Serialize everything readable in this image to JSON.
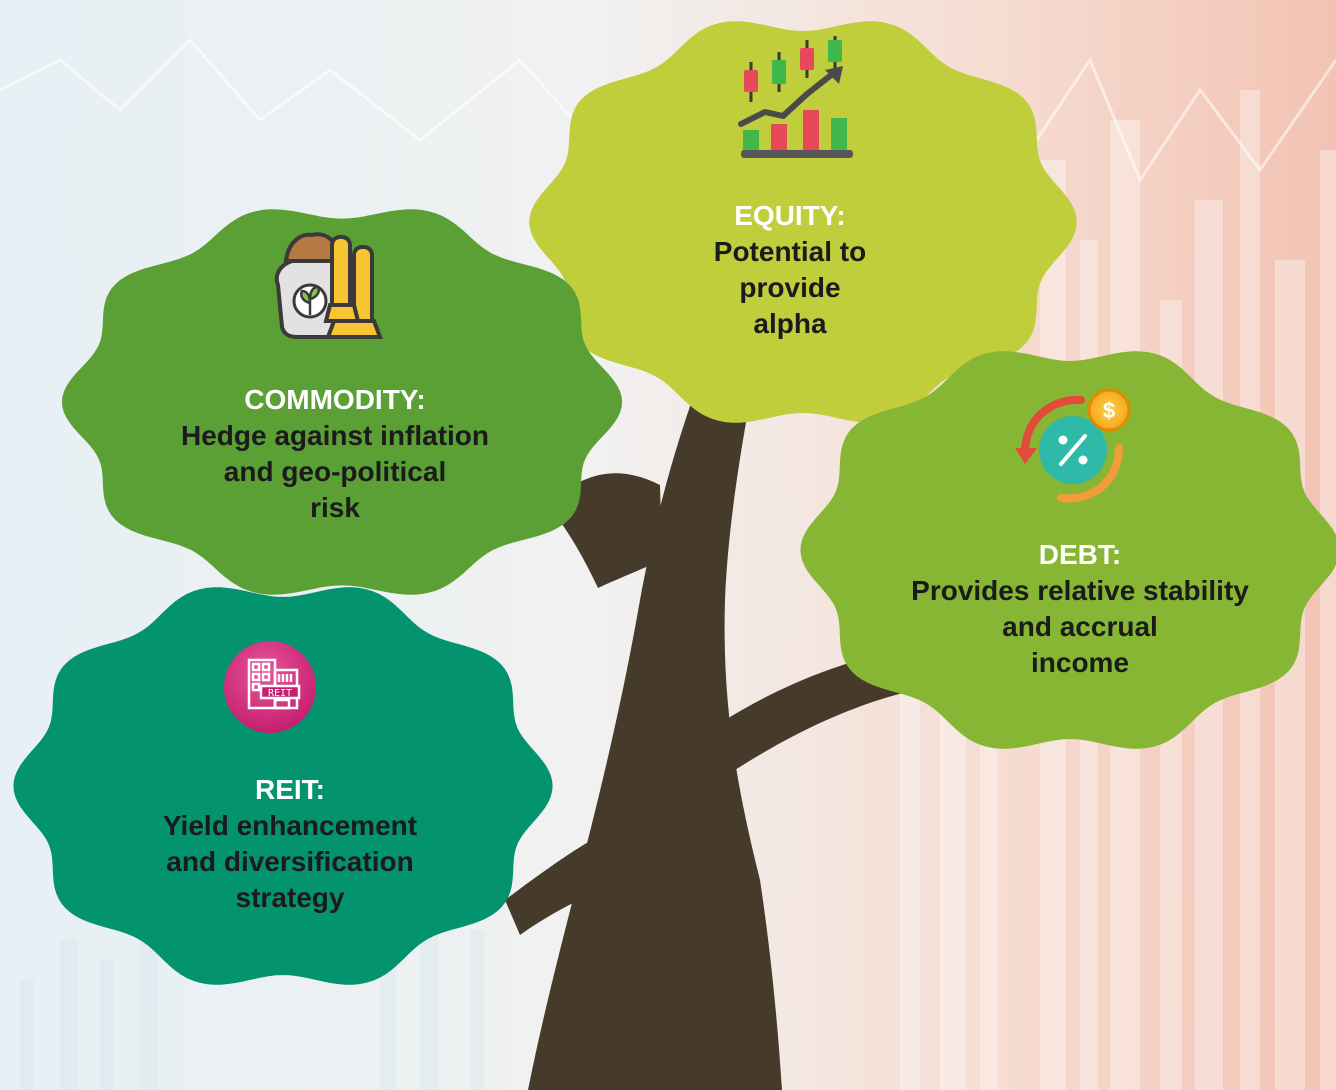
{
  "colors": {
    "background_left": "#e8f1f6",
    "background_right": "#f3cdbf",
    "trunk": "#463a2b",
    "equity_leaf": "#bfce3a",
    "commodity_leaf": "#5aa035",
    "debt_leaf": "#86b634",
    "reit_leaf": "#03936f",
    "heading_text": "#ffffff",
    "body_text": "#1b1b1b"
  },
  "nodes": {
    "equity": {
      "heading": "EQUITY:",
      "description": "Potential to\nprovide\nalpha",
      "icon": "candlestick-growth-chart-icon"
    },
    "commodity": {
      "heading": "COMMODITY:",
      "description": "Hedge against inflation\nand geo-political\nrisk",
      "icon": "grain-sack-and-gold-bars-icon"
    },
    "debt": {
      "heading": "DEBT:",
      "description": "Provides relative stability\nand accrual\nincome",
      "icon": "interest-rate-coin-cycle-icon"
    },
    "reit": {
      "heading": "REIT:",
      "description": "Yield enhancement\nand diversification\nstrategy",
      "icon": "reit-building-icon",
      "icon_text": "REIT"
    }
  }
}
